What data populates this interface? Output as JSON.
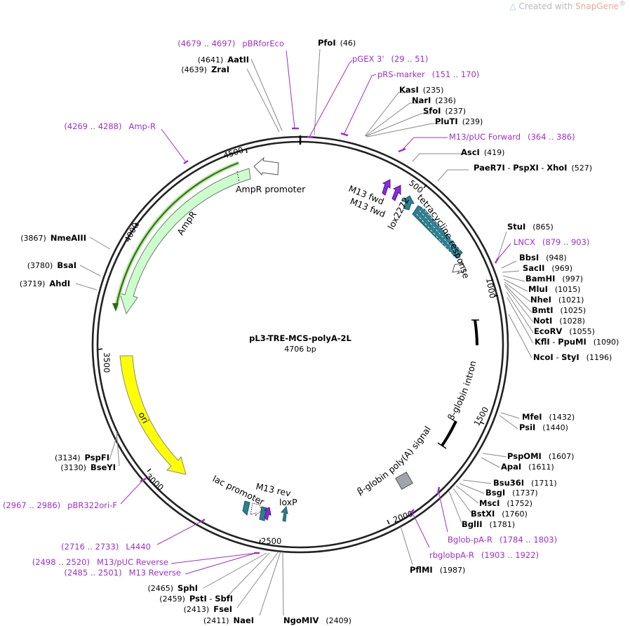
{
  "watermark": {
    "prefix": "Created with ",
    "brand": "SnapGene",
    "mark": "®"
  },
  "plasmid": {
    "name": "pL3-TRE-MCS-polyA-2L",
    "size_label": "4706 bp",
    "length": 4706
  },
  "ticks": [
    "500",
    "1000",
    "1500",
    "2000",
    "2500",
    "3000",
    "3500",
    "4000",
    "4500"
  ],
  "enzymes": [
    {
      "name": "PfoI",
      "pos": "(46)"
    },
    {
      "name": "KasI",
      "pos": "(235)"
    },
    {
      "name": "NarI",
      "pos": "(236)"
    },
    {
      "name": "SfoI",
      "pos": "(237)"
    },
    {
      "name": "PluTI",
      "pos": "(239)"
    },
    {
      "name": "AscI",
      "pos": "(419)"
    },
    {
      "name": "PaeR7I",
      "sep1": " - ",
      "name2": "PspXI",
      "sep2": " - ",
      "name3": "XhoI",
      "pos": "(527)"
    },
    {
      "name": "StuI",
      "pos": "(865)"
    },
    {
      "name": "BbsI",
      "pos": "(948)"
    },
    {
      "name": "SacII",
      "pos": "(969)"
    },
    {
      "name": "BamHI",
      "pos": "(997)"
    },
    {
      "name": "MluI",
      "pos": "(1015)"
    },
    {
      "name": "NheI",
      "pos": "(1021)"
    },
    {
      "name": "BmtI",
      "pos": "(1025)"
    },
    {
      "name": "NotI",
      "pos": "(1028)"
    },
    {
      "name": "EcoRV",
      "pos": "(1055)"
    },
    {
      "name": "KflI",
      "sep1": " - ",
      "name2": "PpuMI",
      "pos": "(1090)"
    },
    {
      "name": "NcoI",
      "sep1": " - ",
      "name2": "StyI",
      "pos": "(1196)"
    },
    {
      "name": "MfeI",
      "pos": "(1432)"
    },
    {
      "name": "PsiI",
      "pos": "(1440)"
    },
    {
      "name": "PspOMI",
      "pos": "(1607)"
    },
    {
      "name": "ApaI",
      "pos": "(1611)"
    },
    {
      "name": "Bsu36I",
      "pos": "(1711)"
    },
    {
      "name": "BsgI",
      "pos": "(1737)"
    },
    {
      "name": "MscI",
      "pos": "(1752)"
    },
    {
      "name": "BstXI",
      "pos": "(1760)"
    },
    {
      "name": "BglII",
      "pos": "(1781)"
    },
    {
      "name": "PflMI",
      "pos": "(1987)"
    },
    {
      "name": "NgoMIV",
      "pos": "(2409)"
    },
    {
      "name": "NaeI",
      "pos": "(2411)"
    },
    {
      "name": "FseI",
      "pos": "(2413)"
    },
    {
      "name": "PstI",
      "sep1": " - ",
      "name2": "SbfI",
      "pos": "(2459)"
    },
    {
      "name": "SphI",
      "pos": "(2465)"
    },
    {
      "name": "PspFI",
      "pos": "(3134)"
    },
    {
      "name": "BseYI",
      "pos": "(3130)"
    },
    {
      "name": "AhdI",
      "pos": "(3719)"
    },
    {
      "name": "BsaI",
      "pos": "(3780)"
    },
    {
      "name": "NmeAIII",
      "pos": "(3867)"
    },
    {
      "name": "ZraI",
      "pos": "(4639)"
    },
    {
      "name": "AatII",
      "pos": "(4641)"
    }
  ],
  "primers": [
    {
      "name": "pGEX 3'",
      "range": "(29 .. 51)"
    },
    {
      "name": "pRS-marker",
      "range": "(151 .. 170)"
    },
    {
      "name": "M13/pUC Forward",
      "range": "(364 .. 386)"
    },
    {
      "name": "LNCX",
      "range": "(879 .. 903)"
    },
    {
      "name": "Bglob-pA-R",
      "range": "(1784 .. 1803)"
    },
    {
      "name": "rbglobpA-R",
      "range": "(1903 .. 1922)"
    },
    {
      "name": "M13 Reverse",
      "range": "(2485 .. 2501)"
    },
    {
      "name": "M13/pUC Reverse",
      "range": "(2498 .. 2520)"
    },
    {
      "name": "L4440",
      "range": "(2716 .. 2733)"
    },
    {
      "name": "pBR322ori-F",
      "range": "(2967 .. 2986)"
    },
    {
      "name": "Amp-R",
      "range": "(4269 .. 4288)"
    },
    {
      "name": "pBRforEco",
      "range": "(4679 .. 4697)"
    }
  ],
  "features": {
    "m13fwd1": "M13 fwd",
    "m13fwd2": "M13 fwd",
    "lox": "lox2272",
    "tre": "tetracycline response element",
    "intron": "β-globin intron",
    "polya": "β-globin poly(A) signal",
    "loxp": "loxP",
    "m13rev": "M13 rev",
    "lac": "lac promoter",
    "ori": "ori",
    "ampr": "AmpR",
    "amppro": "AmpR promoter"
  },
  "colors": {
    "primer": "#9b30c8",
    "ampr_fill": "#ccffcc",
    "ori_fill": "#ffff00",
    "teal": "#2f7f8f",
    "purple": "#8a2be2",
    "grey_box": "#a0a4aa"
  }
}
